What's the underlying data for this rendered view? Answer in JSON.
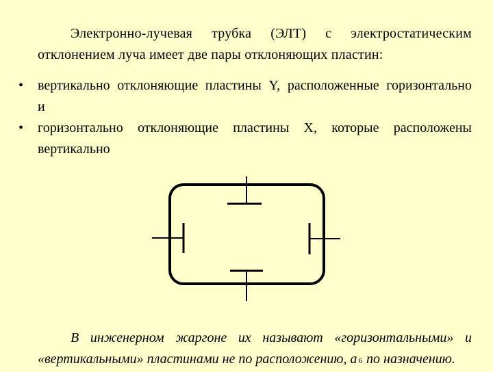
{
  "intro": "Электронно-лучевая трубка (ЭЛТ) с электростатическим отклонением луча имеет две пары отклоняющих пластин:",
  "bullets": [
    {
      "marker": "•",
      "text": "вертикально отклоняющие пластины Y, расположенные горизонтально    и"
    },
    {
      "marker": "•",
      "text": "горизонтально отклоняющие пластины X, которые расположены вертикально"
    }
  ],
  "footnote": "В инженерном жаргоне их называют «горизонтальными» и «вертикальными» пластинами не по расположению, а",
  "footnote_tail": "по назначению",
  "page_number": "6",
  "diagram": {
    "stroke_color": "#000000"
  }
}
